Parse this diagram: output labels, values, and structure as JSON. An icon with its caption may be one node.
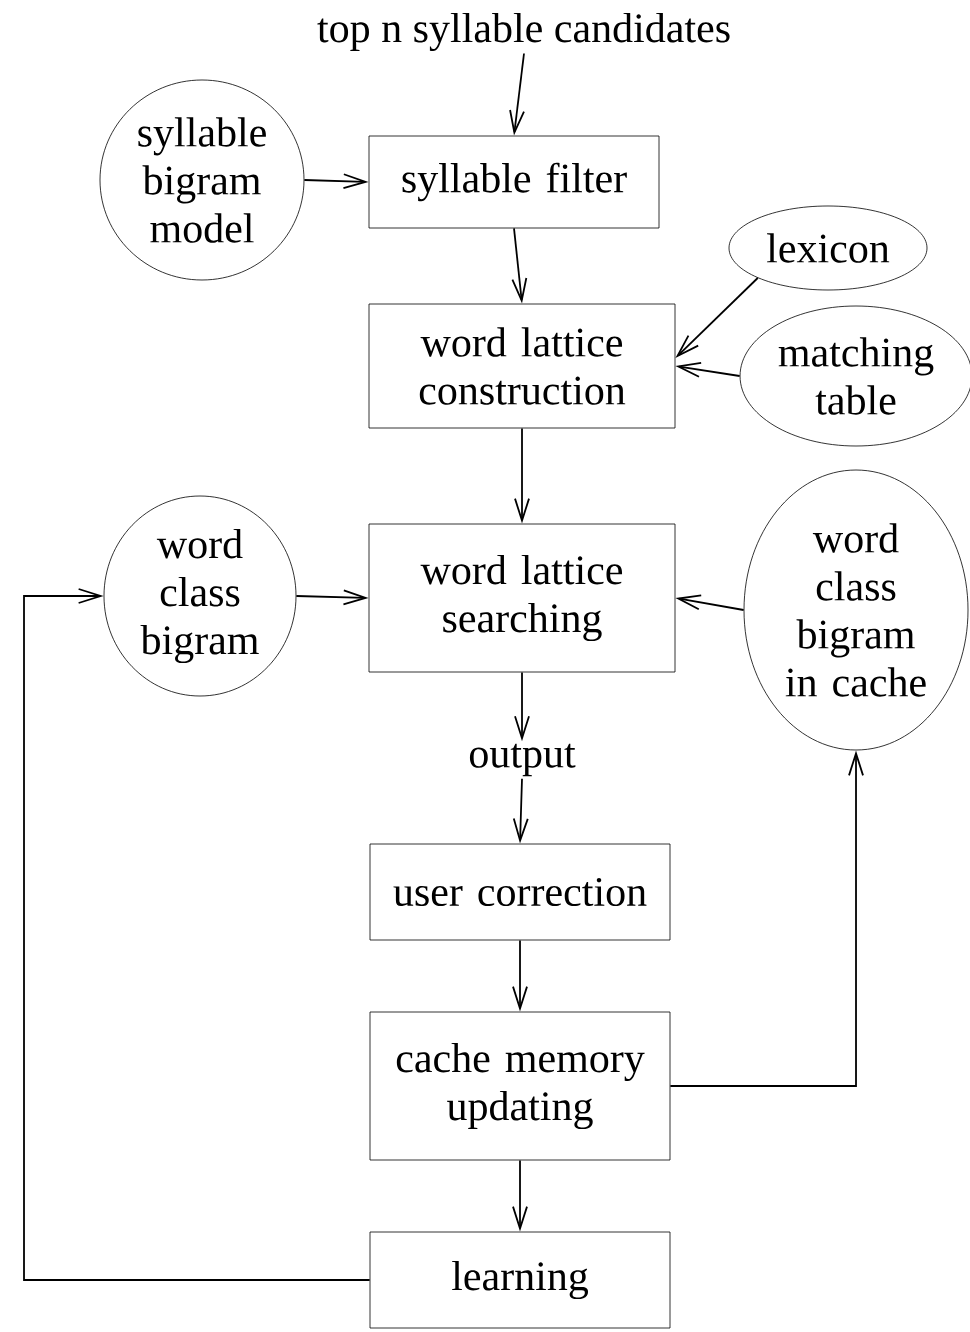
{
  "diagram": {
    "nodes": [
      {
        "text": [
          "top n syllable candidates"
        ]
      },
      {
        "text": [
          "syllable bigram model"
        ]
      },
      {
        "text": [
          "syllable filter"
        ]
      },
      {
        "text": [
          "lexicon"
        ]
      },
      {
        "text": [
          "matching table"
        ]
      },
      {
        "text": [
          "word lattice construction"
        ]
      },
      {
        "text": [
          "word class bigram"
        ]
      },
      {
        "text": [
          "word lattice searching"
        ]
      },
      {
        "text": [
          "word class bigram in cache"
        ]
      },
      {
        "text": [
          "output"
        ]
      },
      {
        "text": [
          "user correction"
        ]
      },
      {
        "text": [
          "cache memory updating"
        ]
      },
      {
        "text": [
          "learning"
        ]
      }
    ],
    "edges": [
      {
        "from": 0,
        "to": 2,
        "arrow": "to"
      },
      {
        "from": 1,
        "to": 2,
        "arrow": "to"
      },
      {
        "from": 2,
        "to": 5,
        "arrow": "to"
      },
      {
        "from": 3,
        "to": 5,
        "arrow": "to"
      },
      {
        "from": 4,
        "to": 5,
        "arrow": "to"
      },
      {
        "from": 5,
        "to": 7,
        "arrow": "to"
      },
      {
        "from": 6,
        "to": 7,
        "arrow": "to"
      },
      {
        "from": 8,
        "to": 7,
        "arrow": "to"
      },
      {
        "from": 7,
        "to": 9,
        "arrow": "to"
      },
      {
        "from": 9,
        "to": 10,
        "arrow": "to"
      },
      {
        "from": 10,
        "to": 11,
        "arrow": "to"
      },
      {
        "from": 11,
        "to": 8,
        "arrow": "to"
      },
      {
        "from": 11,
        "to": 12,
        "arrow": "to"
      },
      {
        "from": 12,
        "to": 6,
        "arrow": "to"
      }
    ]
  }
}
